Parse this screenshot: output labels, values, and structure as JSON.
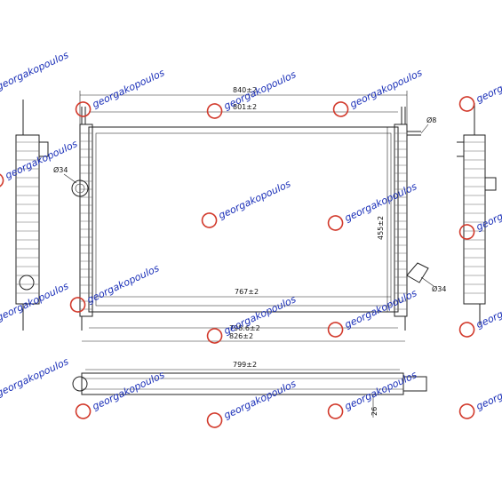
{
  "drawing": {
    "dimensions": {
      "overall_width": "840±2",
      "core_frame_width": "801±2",
      "core_width": "767±2",
      "bottom_width_a": "798.6±2",
      "bottom_width_b": "826±2",
      "height": "455±2",
      "tube_width": "799±2",
      "depth": "26",
      "inlet_dia": "Ø34",
      "outlet_dia": "Ø34",
      "vent_dia": "Ø8"
    },
    "watermark": {
      "text": "georgakopoulos"
    },
    "colors": {
      "line": "#222222",
      "watermark_text": "#1a2fb8",
      "watermark_logo": "#d23a2c"
    }
  }
}
